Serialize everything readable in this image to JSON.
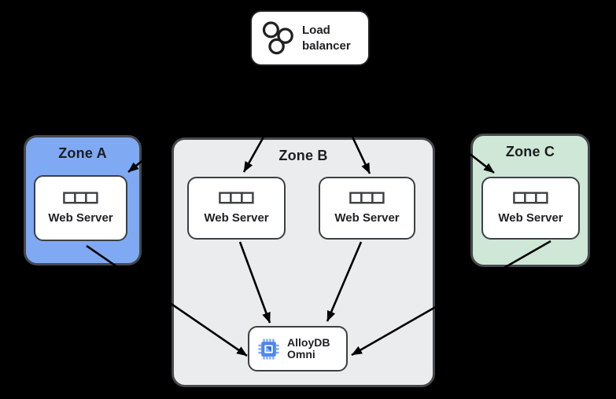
{
  "nodes": {
    "load_balancer": {
      "label": "Load balancer",
      "icon": "load-balancer-icon"
    },
    "database": {
      "label": "AlloyDB Omni",
      "icon": "alloydb-chip-icon"
    }
  },
  "zones": {
    "a": {
      "label": "Zone A",
      "fill": "#80A9F3",
      "server": {
        "label": "Web Server"
      }
    },
    "b": {
      "label": "Zone B",
      "fill": "#EBECEE",
      "servers": [
        {
          "label": "Web Server"
        },
        {
          "label": "Web Server"
        }
      ]
    },
    "c": {
      "label": "Zone C",
      "fill": "#CFE7D6",
      "server": {
        "label": "Web Server"
      }
    }
  },
  "edges": [
    {
      "from": "load-balancer",
      "to": "zone-a-web-server"
    },
    {
      "from": "load-balancer",
      "to": "zone-b-web-server-1"
    },
    {
      "from": "load-balancer",
      "to": "zone-b-web-server-2"
    },
    {
      "from": "load-balancer",
      "to": "zone-c-web-server"
    },
    {
      "from": "zone-a-web-server",
      "to": "alloydb-omni"
    },
    {
      "from": "zone-b-web-server-1",
      "to": "alloydb-omni"
    },
    {
      "from": "zone-b-web-server-2",
      "to": "alloydb-omni"
    },
    {
      "from": "zone-c-web-server",
      "to": "alloydb-omni"
    }
  ],
  "colors": {
    "background": "#000000",
    "arrow": "#000000",
    "zone_border": "#45484C",
    "node_border": "#3C4043",
    "text": "#202124",
    "chip_body": "#4E86EE",
    "chip_pins": "#7BAAF7",
    "chip_core_dark": "#2E6BE3",
    "chip_core_light": "#8AB4F8"
  }
}
